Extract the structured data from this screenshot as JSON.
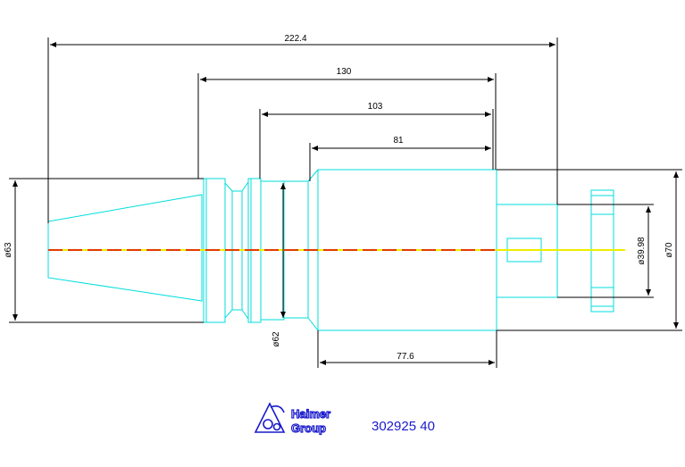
{
  "colors": {
    "outline": "#00dddd",
    "dimension": "#000000",
    "axis_red": "#dd0000",
    "axis_yellow": "#eeee00",
    "logo": "#1a1acc"
  },
  "dimensions": {
    "overall_length": "222.4",
    "length_130": "130",
    "length_103": "103",
    "length_81": "81",
    "length_77_6": "77.6",
    "dia_63": "ø63",
    "dia_62": "ø62",
    "dia_39_98": "ø39.98",
    "dia_70": "ø70"
  },
  "logo": {
    "line1": "Haimer",
    "line2": "Group"
  },
  "part_number": "302925 40"
}
